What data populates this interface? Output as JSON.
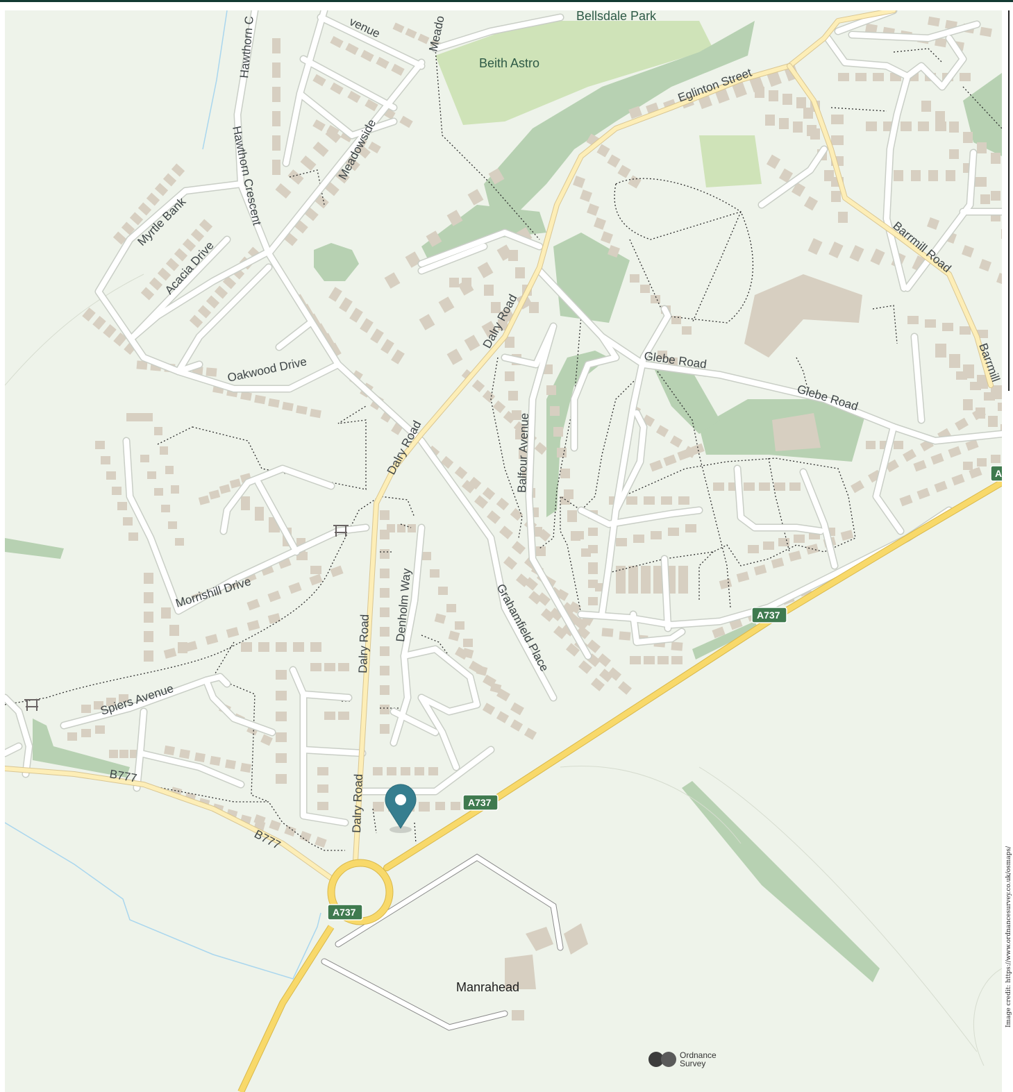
{
  "map": {
    "colors": {
      "land": "#eef3ea",
      "building": "#d7cfc1",
      "woodland": "#b7d1b2",
      "park": "#cfe3b8",
      "local_road": "#ffffff",
      "main_road": "#fdeeb7",
      "a_road": "#f8d96a",
      "shield": "#3f7a4f",
      "water": "#a9d6ee",
      "marker": "#367e8f"
    },
    "places": {
      "bellsdale_park": "Bellsdale Park",
      "beith_astro": "Beith Astro",
      "manrahead": "Manrahead"
    },
    "roads": {
      "avenue_partial": "venue",
      "meado_partial": "Meado",
      "hawthorn_partial": "Hawthorn C",
      "hawthorn_crescent": "Hawthorn Crescent",
      "meadowside": "Meadowside",
      "myrtle_bank": "Myrtle Bank",
      "acacia_drive": "Acacia Drive",
      "oakwood_drive": "Oakwood Drive",
      "morrishill_drive": "Morrishill Drive",
      "spiers_avenue": "Spiers Avenue",
      "dalry_road_1": "Dalry Road",
      "dalry_road_2": "Dalry Road",
      "dalry_road_3": "Dalry Road",
      "dalry_road_4": "Dalry Road",
      "denholm_way": "Denholm Way",
      "grahamfield_place": "Grahamfield Place",
      "balfour_avenue": "Balfour Avenue",
      "glebe_road_1": "Glebe Road",
      "glebe_road_2": "Glebe Road",
      "eglinton_street": "Eglinton Street",
      "barrmill_road_1": "Barrmill Road",
      "barrmill_road_2": "Barrmill"
    },
    "shields": {
      "a737_1": "A737",
      "a737_2": "A737",
      "a737_3": "A737",
      "a737_edge": "A",
      "b777_1": "B777",
      "b777_2": "B777"
    },
    "icons": {
      "marker": "location-pin-icon",
      "bench_1": "bench-icon",
      "bench_2": "bench-icon"
    },
    "logo_text": "Ordnance Survey",
    "logo_line1": "Ordnance",
    "logo_line2": "Survey",
    "credit": "Image credit: https://www.ordnancesurvey.co.uk/osmaps/"
  }
}
